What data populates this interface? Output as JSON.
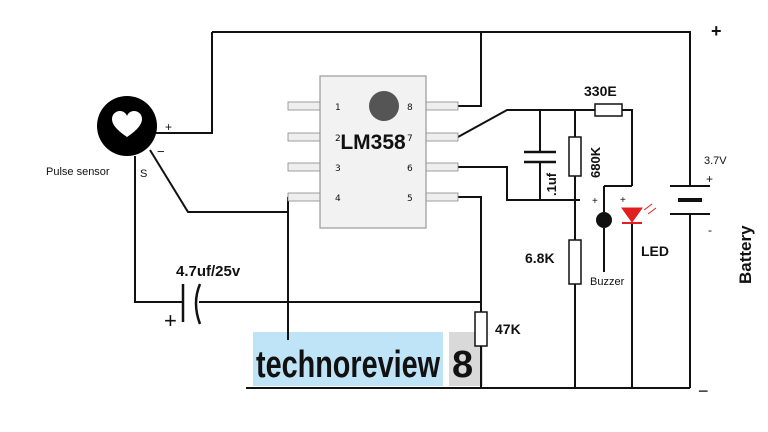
{
  "ic": {
    "name": "LM358",
    "pins_left": [
      "1",
      "2",
      "3",
      "4"
    ],
    "pins_right": [
      "8",
      "7",
      "6",
      "5"
    ]
  },
  "sensor": {
    "label": "Pulse sensor",
    "plus": "+",
    "minus": "−",
    "signal": "S",
    "icon": "heart-icon"
  },
  "components": {
    "cap_large": "4.7uf/25v",
    "cap_large_plus": "+",
    "cap_small": ".1uf",
    "r_330": "330E",
    "r_680": "680K",
    "r_68": "6.8K",
    "r_47": "47K",
    "buzzer": "Buzzer",
    "buzzer_plus": "+",
    "led": "LED",
    "led_plus": "+",
    "battery_voltage": "3.7V",
    "battery_plus": "+",
    "battery_minus": "-",
    "battery": "Battery",
    "rail_plus": "+",
    "rail_minus": "−"
  },
  "watermark": {
    "text": "technoreview",
    "suffix": "8"
  },
  "colors": {
    "wire": "#111111",
    "led": "#e02020",
    "watermark_bg": "#bfe3f7",
    "watermark_text": "#1a1a1a"
  }
}
